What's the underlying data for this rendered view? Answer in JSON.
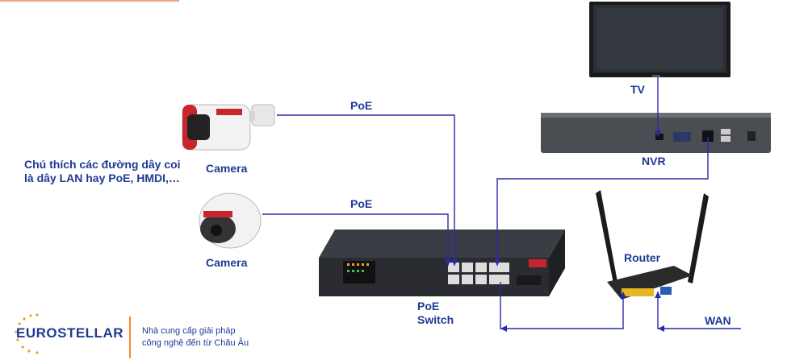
{
  "labels": {
    "tv": "TV",
    "nvr": "NVR",
    "router": "Router",
    "wan": "WAN",
    "camera1": "Camera",
    "camera2": "Camera",
    "poe1": "PoE",
    "poe2": "PoE",
    "switch_line1": "PoE",
    "switch_line2": "Switch"
  },
  "note": "Chú thích các đường dây coi là dây LAN hay PoE, HMDI,…",
  "brand": {
    "name": "EUROSTELLAR",
    "tagline1": "Nhà cung cấp giải pháp",
    "tagline2": "công nghệ đến từ Châu Âu"
  },
  "colors": {
    "line": "#2a2aa8",
    "label": "#1f3a93",
    "accent": "#f08a2c"
  }
}
